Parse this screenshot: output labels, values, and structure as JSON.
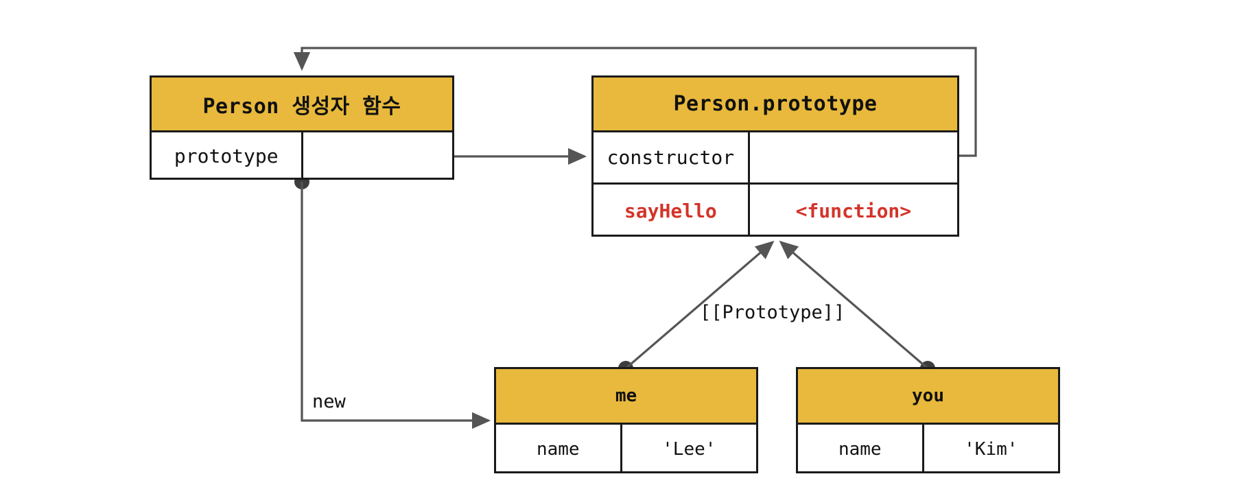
{
  "diagram": {
    "title": "JavaScript prototype chain diagram",
    "colors": {
      "header_fill": "#e8b93c",
      "border": "#1a1a1a",
      "wire": "#555555",
      "value_red": "#d3342a",
      "background": "#ffffff"
    }
  },
  "person_box": {
    "header": "Person 생성자 함수",
    "rows": [
      {
        "key": "prototype",
        "value": ""
      }
    ]
  },
  "prototype_box": {
    "header": "Person.prototype",
    "rows": [
      {
        "key": "constructor",
        "value": ""
      },
      {
        "key": "sayHello",
        "value": "<function>"
      }
    ]
  },
  "instances": [
    {
      "header": "me",
      "rows": [
        {
          "key": "name",
          "value": "'Lee'"
        }
      ]
    },
    {
      "header": "you",
      "rows": [
        {
          "key": "name",
          "value": "'Kim'"
        }
      ]
    }
  ],
  "edge_labels": {
    "prototype_link": "[[Prototype]]",
    "new_link": "new"
  }
}
